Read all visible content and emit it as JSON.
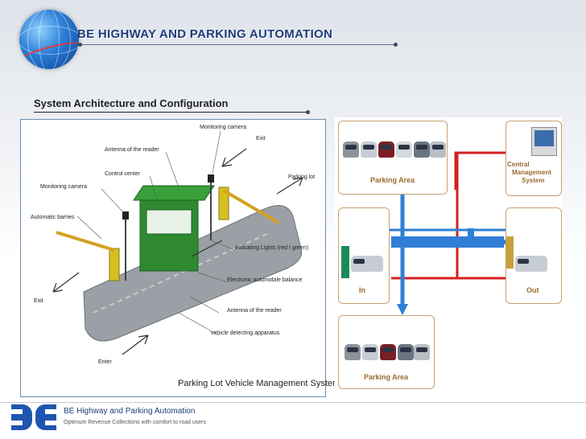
{
  "header": {
    "title": "BE HIGHWAY AND PARKING AUTOMATION"
  },
  "section": {
    "title": "System Architecture and Configuration"
  },
  "left_diagram": {
    "labels": {
      "monitoring_camera_top": "Monitoring camera",
      "exit_top": "Exit",
      "antenna_top": "Antenna of the reader",
      "control_center": "Control center",
      "parking_lot": "Parking lot",
      "monitoring_camera_left": "Monitoring camera",
      "automatic_barries": "Automatic barries",
      "indicating_lights": "Indicating Lights (red / green)",
      "balance": "Electronic automobile balance",
      "exit_bottom": "Exit",
      "antenna_bottom": "Antenna of the reader",
      "detecting": "vehicle detecting apparatus",
      "enter": "Enter"
    },
    "caption": "Parking Lot Vehicle Management System"
  },
  "right_diagram": {
    "parking_area_top": "Parking Area",
    "central_management": [
      "Central",
      "Management",
      "System"
    ],
    "in_label": "In",
    "out_label": "Out",
    "parking_area_bottom": "Parking Area",
    "colors": {
      "blue_path": "#2f7fd6",
      "red_path": "#d42020",
      "box_border": "#c9a070"
    }
  },
  "footer": {
    "name": "BE Highway and Parking Automation",
    "tagline": "Optimum Revenue Collections with comfort to road users"
  }
}
